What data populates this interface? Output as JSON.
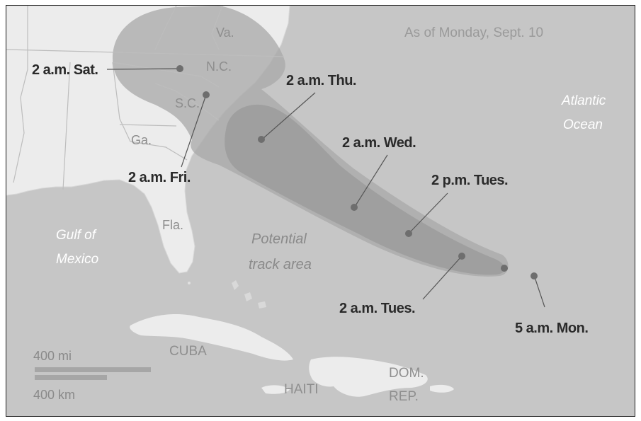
{
  "map": {
    "date_note": "As of Monday, Sept. 10",
    "track_area_label_line1": "Potential",
    "track_area_label_line2": "track area",
    "water": {
      "atlantic_line1": "Atlantic",
      "atlantic_line2": "Ocean",
      "gulf_line1": "Gulf of",
      "gulf_line2": "Mexico"
    },
    "states": {
      "va": "Va.",
      "nc": "N.C.",
      "sc": "S.C.",
      "ga": "Ga.",
      "fla": "Fla."
    },
    "countries": {
      "cuba": "CUBA",
      "haiti": "HAITI",
      "dom_line1": "DOM.",
      "dom_line2": "REP."
    },
    "forecast_points": [
      {
        "id": "mon-5am",
        "label": "5 a.m. Mon."
      },
      {
        "id": "tue-2am",
        "label": "2 a.m. Tues."
      },
      {
        "id": "tue-2pm",
        "label": "2 p.m. Tues."
      },
      {
        "id": "wed-2am",
        "label": "2 a.m. Wed."
      },
      {
        "id": "thu-2am",
        "label": "2 a.m. Thu."
      },
      {
        "id": "fri-2am",
        "label": "2 a.m. Fri."
      },
      {
        "id": "sat-2am",
        "label": "2 a.m. Sat."
      }
    ],
    "scale": {
      "miles": "400 mi",
      "km": "400 km"
    },
    "colors": {
      "ocean": "#c6c6c6",
      "land": "#ececec",
      "cone_outer": "#a8a8a8",
      "cone_inner": "#9a9a9a",
      "point": "#6e6e6e"
    }
  }
}
